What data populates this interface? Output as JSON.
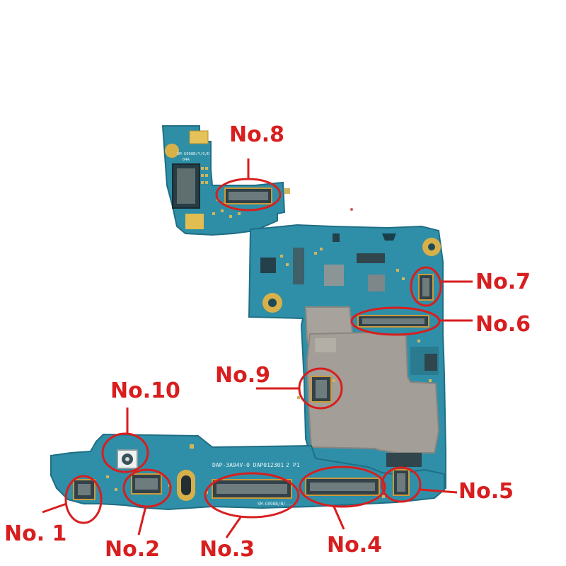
{
  "photo": {
    "board_colors": {
      "pcb": "#2f8fa8",
      "pcb_dark": "#23758c",
      "shield": "#a39e97",
      "pad": "#d8b04a",
      "marker": "#d81e1e"
    },
    "silkscreen": {
      "top_model": "SM-G998B/Y/G/D",
      "top_model_sub": "04A",
      "part_number": "DAP-3A94V-0 DAP012301",
      "part_circle": "2",
      "part_suffix": "P1",
      "bottom_model": "SM-G998B/N/..."
    },
    "labels": [
      {
        "id": "no1",
        "text": "No. 1"
      },
      {
        "id": "no2",
        "text": "No.2"
      },
      {
        "id": "no3",
        "text": "No.3"
      },
      {
        "id": "no4",
        "text": "No.4"
      },
      {
        "id": "no5",
        "text": "No.5"
      },
      {
        "id": "no6",
        "text": "No.6"
      },
      {
        "id": "no7",
        "text": "No.7"
      },
      {
        "id": "no8",
        "text": "No.8"
      },
      {
        "id": "no9",
        "text": "No.9"
      },
      {
        "id": "no10",
        "text": "No.10"
      }
    ]
  }
}
